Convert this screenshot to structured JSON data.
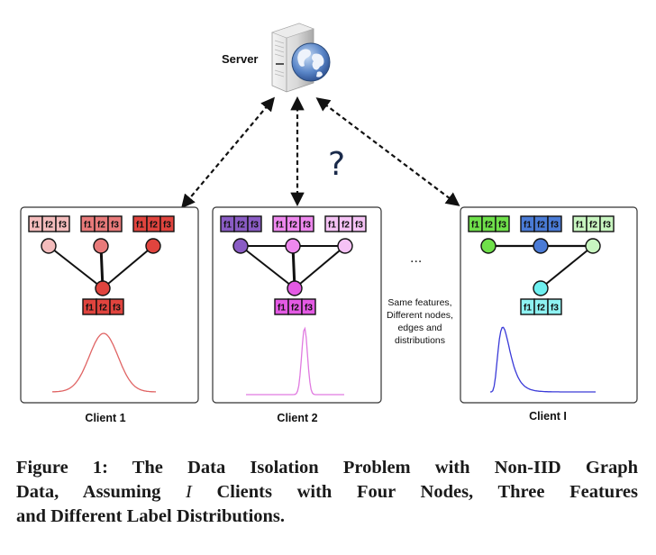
{
  "server": {
    "label": "Server",
    "icon": "server-globe-icon"
  },
  "question_mark": "?",
  "ellipsis": "...",
  "note_lines": [
    "Same features,",
    "Different  nodes,",
    "edges and",
    "distributions"
  ],
  "feature_labels": [
    "f1",
    "f2",
    "f3"
  ],
  "clients": [
    {
      "label": "Client 1",
      "top_groups": [
        "#f4bcbc",
        "#e87a7a",
        "#e0443e"
      ],
      "center_color": "#e0443e",
      "bottom_group": "#e0443e",
      "top_nodes": [
        "#f4bcbc",
        "#e87a7a",
        "#e0443e"
      ],
      "edges": "star",
      "curve_color": "#e06464",
      "distribution": "wide-gaussian"
    },
    {
      "label": "Client 2",
      "top_groups": [
        "#8a5cc4",
        "#ee88ee",
        "#f5c2f5"
      ],
      "center_color": "#e45ae4",
      "bottom_group": "#e45ae4",
      "top_nodes": [
        "#8a5cc4",
        "#ee88ee",
        "#f5c2f5"
      ],
      "edges": "star-with-top-row",
      "curve_color": "#e07ae0",
      "distribution": "narrow-spike"
    },
    {
      "label": "Client I",
      "top_groups": [
        "#6fe04a",
        "#4a7bd6",
        "#c8f5c0"
      ],
      "center_color": "#6ef0f0",
      "bottom_group": "#8ef2f2",
      "top_nodes": [
        "#6fe04a",
        "#4a7bd6",
        "#c8f5c0"
      ],
      "edges": "chain",
      "curve_color": "#3a3ad8",
      "distribution": "right-skewed"
    }
  ],
  "caption": {
    "line1": "Figure 1: The Data Isolation Problem with Non-IID Graph",
    "line2_pre": "Data, Assuming ",
    "line2_var": "I",
    "line2_post": " Clients with Four Nodes, Three Features",
    "line3": "and Different Label Distributions."
  }
}
